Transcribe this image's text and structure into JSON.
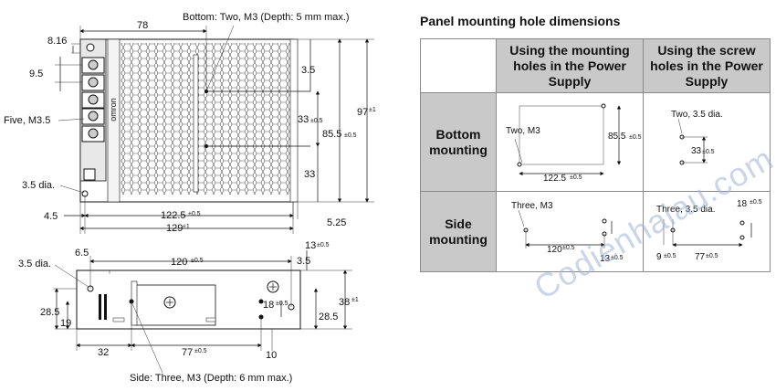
{
  "top_view": {
    "dim_78": "78",
    "bottom_note": "Bottom: Two, M3 (Depth: 5 mm max.)",
    "dim_8_16": "8.16",
    "dim_9_5": "9.5",
    "five_m35": "Five, M3.5",
    "dim_3_5_dia": "3.5 dia.",
    "dim_4_5": "4.5",
    "dim_122_5": "122.5",
    "dim_129": "129",
    "dim_3_5": "3.5",
    "dim_33_a": "33",
    "dim_85_5": "85.5",
    "dim_97": "97",
    "dim_33_b": "33",
    "dim_5_25": "5.25",
    "tol_05": "±0.5",
    "tol_1": "±1",
    "logo": "omron"
  },
  "side_view": {
    "dim_6_5": "6.5",
    "dim_3_5_dia": "3.5 dia.",
    "dim_120": "120",
    "dim_13": "13",
    "dim_3_5": "3.5",
    "dim_28_5_left": "28.5",
    "dim_19": "19",
    "dim_18": "18",
    "dim_28_5_right": "28.5",
    "dim_38": "38",
    "dim_32": "32",
    "dim_77": "77",
    "dim_10": "10",
    "side_note": "Side: Three, M3 (Depth: 6 mm max.)"
  },
  "panel": {
    "title": "Panel mounting hole dimensions",
    "col1": "Using the mounting holes in the Power Supply",
    "col2": "Using the screw holes in the Power Supply",
    "row1": "Bottom mounting",
    "row2": "Side mounting",
    "b1_label": "Two, M3",
    "b1_dim_v": "85.5",
    "b1_dim_h": "122.5",
    "b2_label": "Two, 3.5 dia.",
    "b2_dim": "33",
    "s1_label": "Three, M3",
    "s1_dim_h": "120",
    "s1_dim_13": "13",
    "s2_label": "Three, 3.5 dia.",
    "s2_dim_18": "18",
    "s2_dim_9": "9",
    "s2_dim_77": "77"
  },
  "watermark": "Codienhaiau.com"
}
